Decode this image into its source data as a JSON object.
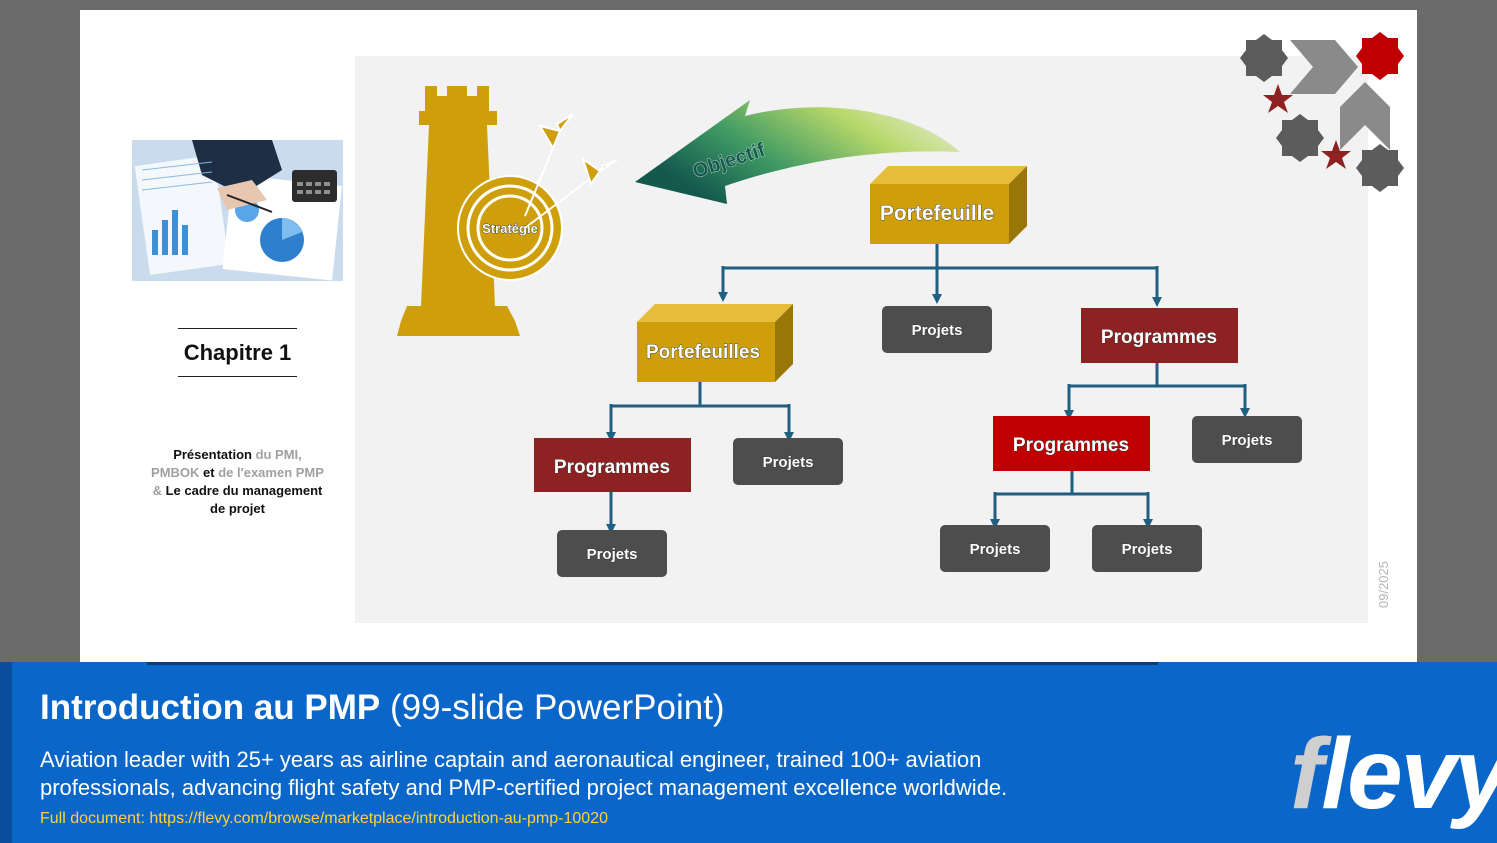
{
  "slide": {
    "chapter": "Chapitre 1",
    "description": {
      "part1": "Présentation",
      "part2": " du PMI, ",
      "part3": "PMBOK",
      "part4": " et ",
      "part5": "de l'examen PMP & ",
      "part6": "Le cadre du management de projet"
    },
    "date_fragment": "09/2025",
    "diagram": {
      "strategy_label": "Stratégie",
      "objective_label": "Objectif",
      "top_box": "Portefeuille",
      "mid_left_box": "Portefeuilles",
      "mid_center_box": "Projets",
      "mid_right_box": "Programmes",
      "left_programmes": "Programmes",
      "left_projets": "Projets",
      "left_bottom_projets": "Projets",
      "right_programmes": "Programmes",
      "right_projets": "Projets",
      "right_bottom_projets_1": "Projets",
      "right_bottom_projets_2": "Projets"
    }
  },
  "banner": {
    "title_bold": "Introduction au PMP",
    "title_light": " (99-slide PowerPoint)",
    "subtitle": "Aviation leader with 25+ years as airline captain and aeronautical engineer, trained 100+ aviation professionals, advancing flight safety and PMP-certified project management excellence worldwide.",
    "link": "Full document: https://flevy.com/browse/marketplace/introduction-au-pmp-10020",
    "logo_f": "f",
    "logo_rest": "levy"
  },
  "colors": {
    "gold": "#cf9f0b",
    "dark_red": "#8e2121",
    "red": "#c00000",
    "dark_gray": "#4d4d4d",
    "connector": "#1f5f80",
    "banner_blue": "#0a66c8",
    "link_yellow": "#ffd23a"
  }
}
